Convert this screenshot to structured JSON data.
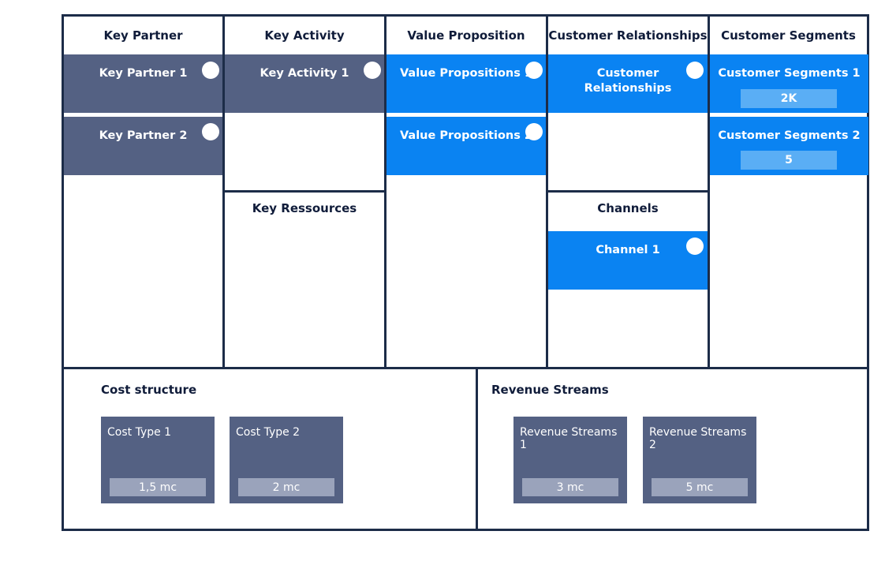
{
  "headers": {
    "key_partner": "Key Partner",
    "key_activity": "Key Activity",
    "value_proposition": "Value Proposition",
    "customer_relationships": "Customer Relationships",
    "customer_segments": "Customer Segments",
    "key_resources": "Key Ressources",
    "channels": "Channels"
  },
  "cards": {
    "key_partner_1": "Key Partner 1",
    "key_partner_2": "Key Partner 2",
    "key_activity_1": "Key Activity 1",
    "value_prop_1": "Value Propositions 1",
    "value_prop_2": "Value Propositions 2",
    "customer_rel_1": "Customer Relationships",
    "customer_seg_1": "Customer Segments 1",
    "customer_seg_1_value": "2K",
    "customer_seg_2": "Customer Segments 2",
    "customer_seg_2_value": "5",
    "channel_1": "Channel 1"
  },
  "cost": {
    "title": "Cost structure",
    "items": [
      {
        "label": "Cost Type 1",
        "value": "1,5 mc"
      },
      {
        "label": "Cost Type 2",
        "value": "2 mc"
      }
    ]
  },
  "revenue": {
    "title": "Revenue Streams",
    "items": [
      {
        "label": "Revenue Streams 1",
        "value": "3 mc"
      },
      {
        "label": "Revenue Streams 2",
        "value": "5 mc"
      }
    ]
  },
  "colors": {
    "slate": "#546183",
    "blue": "#0a83f2",
    "border": "#1c2c48",
    "badge": "#5aaef5"
  }
}
